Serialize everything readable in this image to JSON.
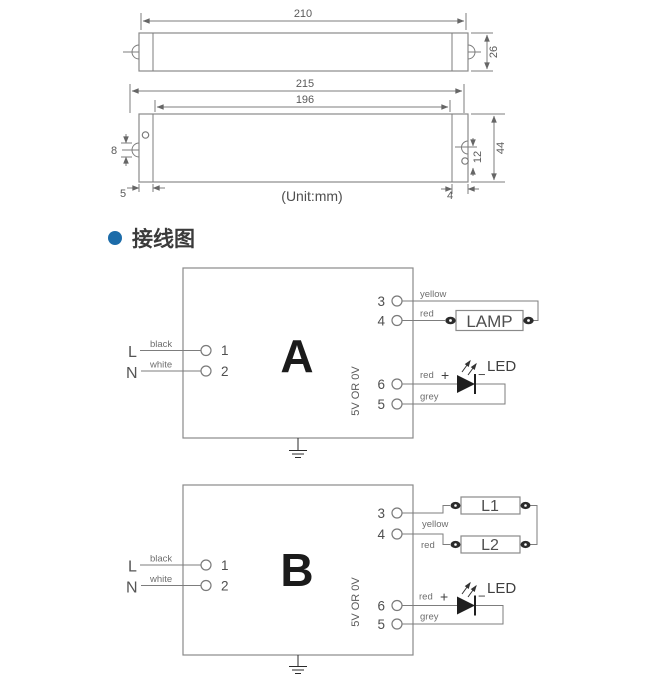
{
  "section": {
    "heading": "接线图",
    "bullet_color": "#1c6ca9"
  },
  "dimension_drawing": {
    "unit_note": "(Unit:mm)",
    "top_view": {
      "length_mm": "210",
      "height_mm": "26"
    },
    "front_view": {
      "total_length_mm": "215",
      "mounting_hole_distance_mm": "196",
      "height_mm": "44",
      "hole_offset_mm": "12",
      "slot_width_mm": "8",
      "left_end_mm": "5",
      "right_end_mm": "4"
    }
  },
  "wiring": {
    "terminals": {
      "t1": "1",
      "t2": "2",
      "t3": "3",
      "t4": "4",
      "t5": "5",
      "t6": "6"
    },
    "inputs": {
      "live": "L",
      "neutral": "N",
      "live_color": "black",
      "neutral_color": "white"
    },
    "wire_colors": {
      "lamp_plus": "yellow",
      "lamp_minus": "red",
      "led_plus": "red",
      "led_minus": "grey"
    },
    "voltage_note": "5V OR 0V",
    "led": {
      "label": "LED",
      "plus": "+",
      "minus": "−"
    },
    "diagram_a": {
      "name": "A",
      "lamp_label": "LAMP"
    },
    "diagram_b": {
      "name": "B",
      "lamp1_label": "L1",
      "lamp2_label": "L2"
    }
  }
}
